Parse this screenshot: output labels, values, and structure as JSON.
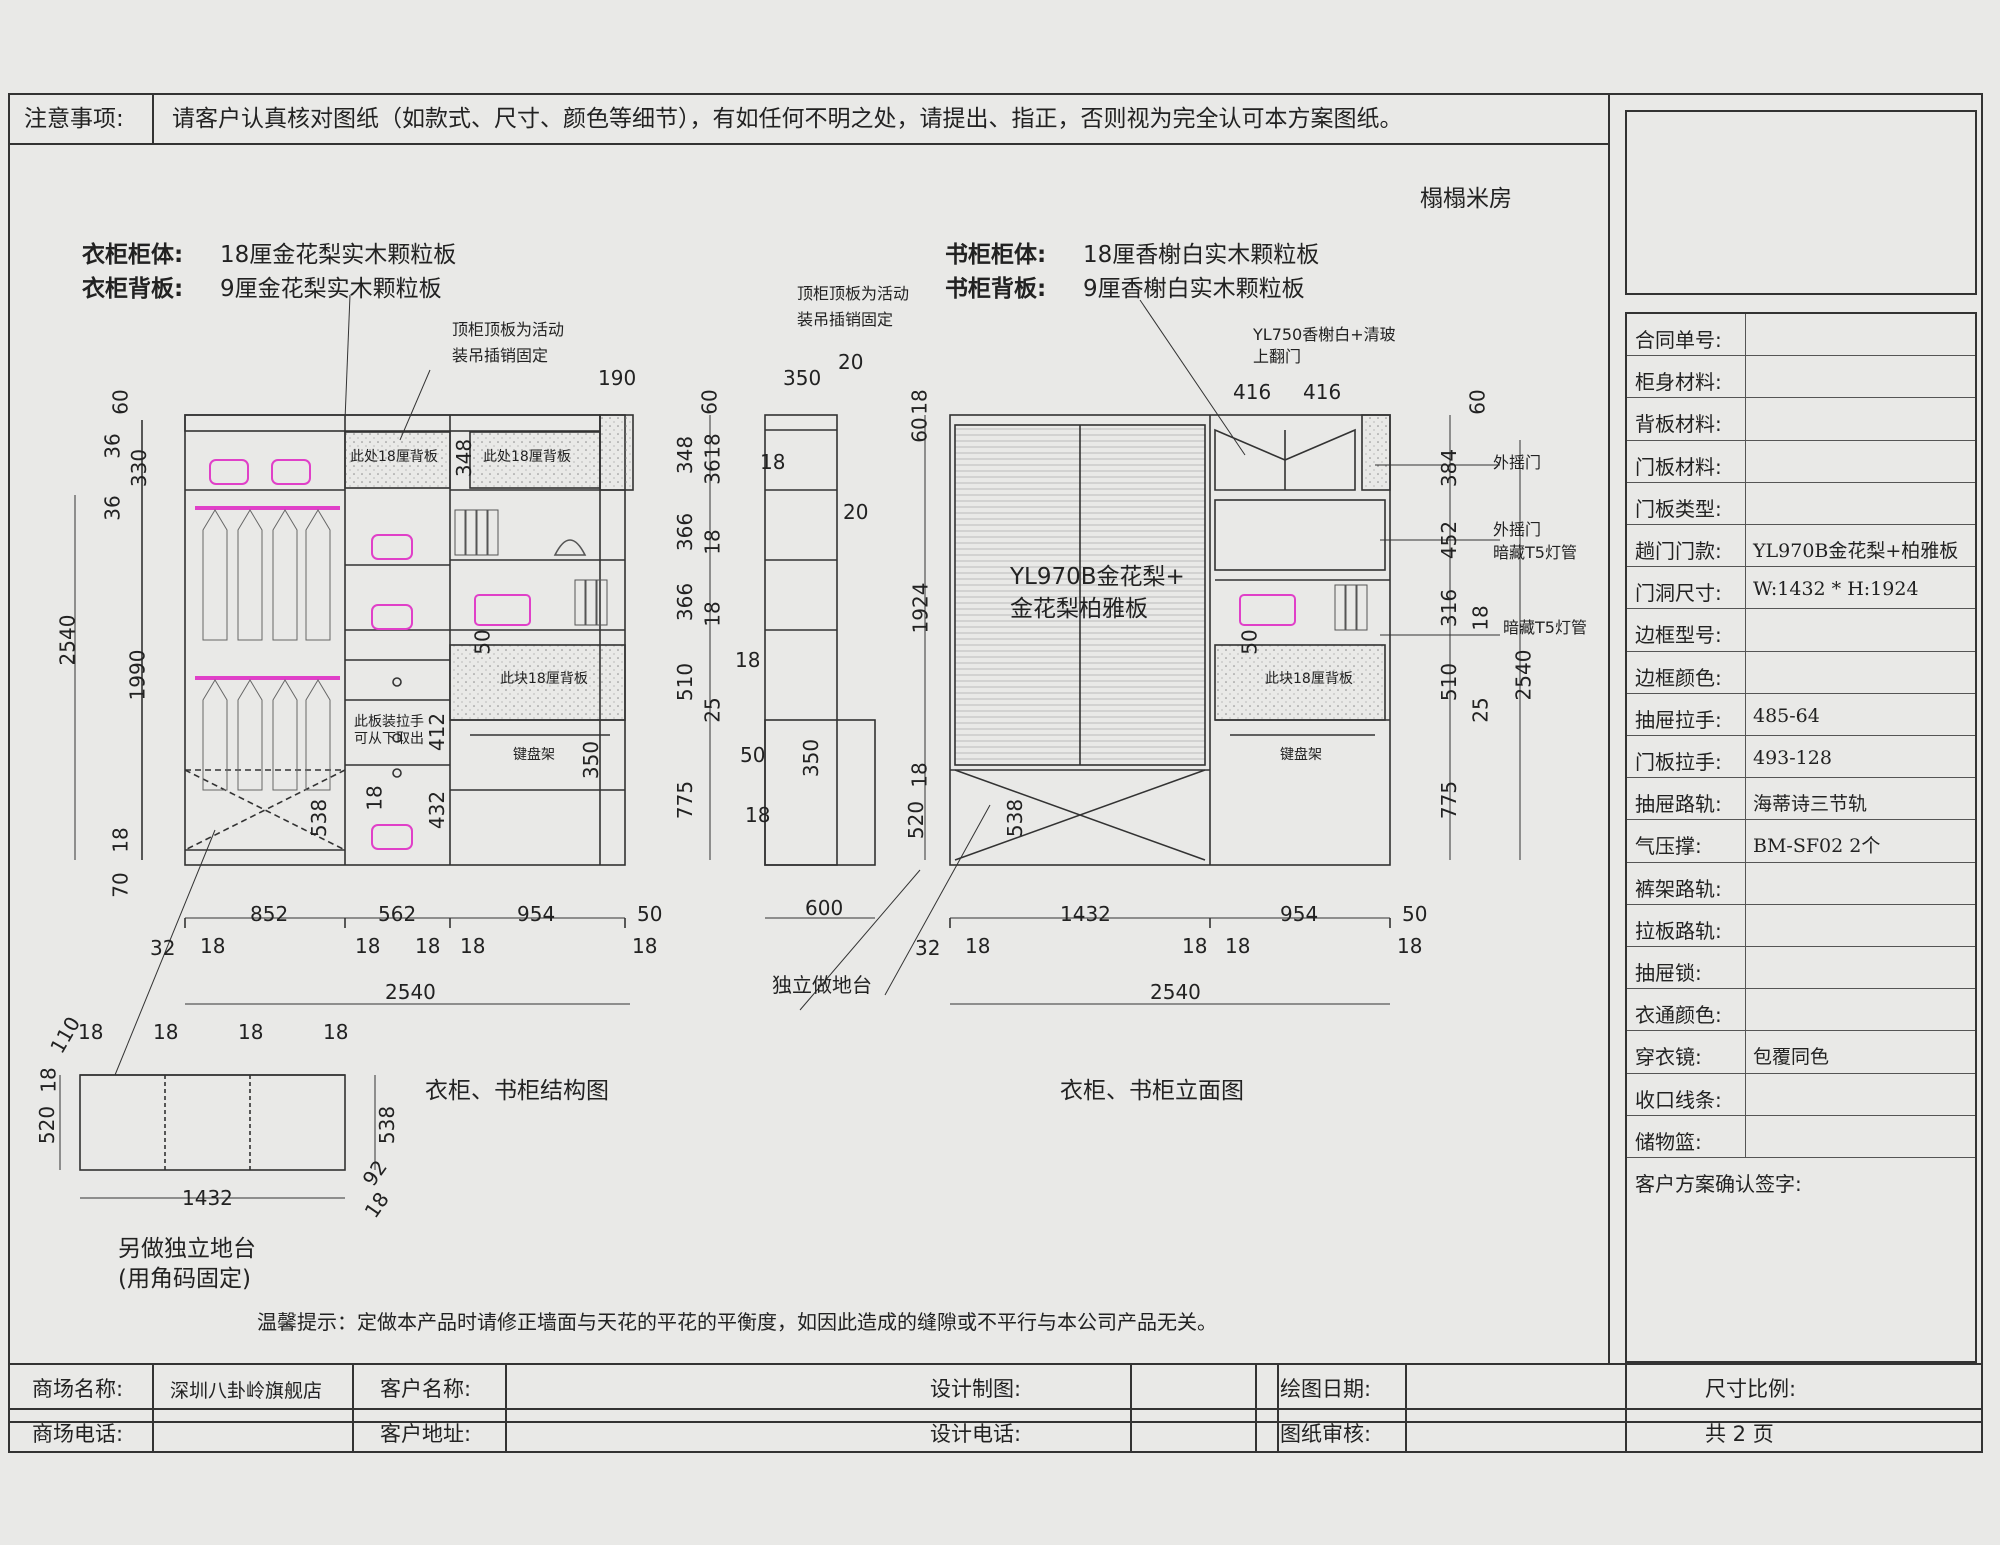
{
  "notice": {
    "label": "注意事项:",
    "text": "请客户认真核对图纸（如款式、尺寸、颜色等细节），有如任何不明之处，请提出、指正，否则视为完全认可本方案图纸。"
  },
  "room_name": "榻榻米房",
  "wardrobe_material": {
    "body_label": "衣柜柜体:",
    "body_value": "18厘金花梨实木颗粒板",
    "back_label": "衣柜背板:",
    "back_value": "9厘金花梨实木颗粒板"
  },
  "bookcase_material": {
    "body_label": "书柜柜体:",
    "body_value": "18厘香榭白实木颗粒板",
    "back_label": "书柜背板:",
    "back_value": "9厘香榭白实木颗粒板"
  },
  "annotations": {
    "top_panel_1": "顶柜顶板为活动",
    "top_panel_2": "装吊插销固定",
    "side_top_1": "顶柜顶板为活动",
    "side_top_2": "装吊插销固定",
    "back_18_a": "此处18厘背板",
    "back_18_b": "此处18厘背板",
    "back_18_c": "此块18厘背板",
    "back_18_d": "此块18厘背板",
    "pull_1": "此板装拉手",
    "pull_2": "可从下取出",
    "keyboard_a": "键盘架",
    "keyboard_b": "键盘架",
    "flip_door_1": "YL750香榭白+清玻",
    "flip_door_2": "上翻门",
    "outer_door_a": "外摇门",
    "outer_door_b": "外摇门",
    "led_a": "暗藏T5灯管",
    "led_b": "暗藏T5灯管",
    "sliding_door_1": "YL970B金花梨+",
    "sliding_door_2": "金花梨柏雅板",
    "platform": "独立做地台",
    "separate_platform_1": "另做独立地台",
    "separate_platform_2": "(用角码固定)",
    "caption_structure": "衣柜、书柜结构图",
    "caption_elevation": "衣柜、书柜立面图",
    "tip": "温馨提示：定做本产品时请修正墙面与天花的平花的平衡度，如因此造成的缝隙或不平行与本公司产品无关。"
  },
  "dims_structure": {
    "h60": "60",
    "h36a": "36",
    "h330": "330",
    "h36b": "36",
    "h2540": "2540",
    "h1990": "1990",
    "h18": "18",
    "h70": "70",
    "w190": "190",
    "w852": "852",
    "w562": "562",
    "w954": "954",
    "w50": "50",
    "w32": "32",
    "w18a": "18",
    "w18b": "18",
    "w18c": "18",
    "w18d": "18",
    "w18e": "18",
    "total": "2540",
    "i348": "348",
    "i50": "50",
    "i412": "412",
    "i538": "538",
    "i18": "18",
    "i432": "432",
    "i350": "350"
  },
  "dims_side": {
    "r60": "60",
    "r348": "348",
    "r36": "36",
    "r18a": "18",
    "r366a": "366",
    "r18b": "18",
    "r366b": "366",
    "r18c": "18",
    "r510": "510",
    "r25": "25",
    "r775": "775",
    "s350": "350",
    "s20a": "20",
    "s18a": "18",
    "s20b": "20",
    "s18b": "18",
    "s50": "50",
    "s350b": "350",
    "s18c": "18",
    "s600": "600"
  },
  "dims_elevation": {
    "l18": "18",
    "l60": "60",
    "l1924": "1924",
    "l18b": "18",
    "l520": "520",
    "w416a": "416",
    "w416b": "416",
    "i538": "538",
    "i50": "50",
    "r60": "60",
    "r384": "384",
    "r452": "452",
    "r316": "316",
    "r18": "18",
    "r510": "510",
    "r25": "25",
    "r2540": "2540",
    "r775": "775",
    "w1432": "1432",
    "w954": "954",
    "w50": "50",
    "w32": "32",
    "w18a": "18",
    "w18b": "18",
    "w18c": "18",
    "w18d": "18",
    "total": "2540"
  },
  "dims_platform": {
    "d110": "110",
    "d18a": "18",
    "d18b": "18",
    "d18c": "18",
    "d18d": "18",
    "d18e": "18",
    "d520": "520",
    "d538": "538",
    "d92": "92",
    "d18f": "18",
    "d1432": "1432"
  },
  "spec_table": [
    {
      "label": "合同单号:",
      "value": ""
    },
    {
      "label": "柜身材料:",
      "value": ""
    },
    {
      "label": "背板材料:",
      "value": ""
    },
    {
      "label": "门板材料:",
      "value": ""
    },
    {
      "label": "门板类型:",
      "value": ""
    },
    {
      "label": "趟门门款:",
      "value": "YL970B金花梨+柏雅板"
    },
    {
      "label": "门洞尺寸:",
      "value": "W:1432 * H:1924"
    },
    {
      "label": "边框型号:",
      "value": ""
    },
    {
      "label": "边框颜色:",
      "value": ""
    },
    {
      "label": "抽屉拉手:",
      "value": "485-64"
    },
    {
      "label": "门板拉手:",
      "value": "493-128"
    },
    {
      "label": "抽屉路轨:",
      "value": "海蒂诗三节轨"
    },
    {
      "label": "气压撑:",
      "value": "BM-SF02 2个"
    },
    {
      "label": "裤架路轨:",
      "value": ""
    },
    {
      "label": "拉板路轨:",
      "value": ""
    },
    {
      "label": "抽屉锁:",
      "value": ""
    },
    {
      "label": "衣通颜色:",
      "value": ""
    },
    {
      "label": "穿衣镜:",
      "value": "包覆同色"
    },
    {
      "label": "收口线条:",
      "value": ""
    },
    {
      "label": "储物篮:",
      "value": ""
    }
  ],
  "signature_label": "客户方案确认签字:",
  "footer": {
    "store_name_label": "商场名称:",
    "store_name_value": "深圳八卦岭旗舰店",
    "customer_name_label": "客户名称:",
    "designer_label": "设计制图:",
    "draw_date_label": "绘图日期:",
    "scale_label": "尺寸比例:",
    "store_phone_label": "商场电话:",
    "customer_addr_label": "客户地址:",
    "design_phone_label": "设计电话:",
    "review_label": "图纸审核:",
    "pages": "共 2 页"
  },
  "colors": {
    "accent": "#e040c8",
    "line": "#333333",
    "paper": "#e9e9e7"
  }
}
